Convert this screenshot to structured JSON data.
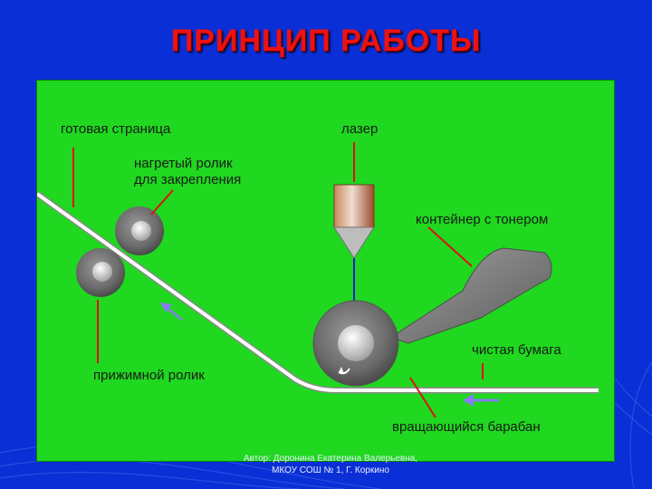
{
  "slide": {
    "title": "ПРИНЦИП РАБОТЫ",
    "background_color": "#0a2fd6",
    "panel_color": "#1fd81f",
    "title_color": "#ee1111"
  },
  "diagram": {
    "labels": {
      "finished_page": "готовая страница",
      "laser": "лазер",
      "heated_roller": [
        "нагретый ролик",
        "для закрепления"
      ],
      "toner_container": "контейнер с тонером",
      "clean_paper": "чистая бумага",
      "pressure_roller": "прижимной ролик",
      "rotating_drum": "вращающийся барабан"
    },
    "leader_color": "#e01010",
    "arrow_color": "#8a7cf0"
  },
  "footer": {
    "line1": "Автор: Доронина Екатерина Валерьевна,",
    "line2": "МКОУ СОШ № 1, Г. Коркино"
  }
}
